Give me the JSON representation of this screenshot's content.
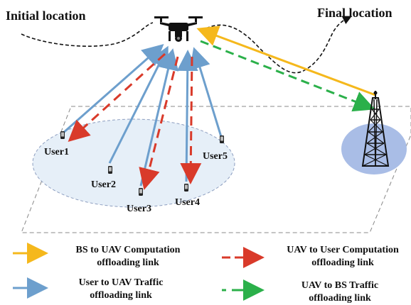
{
  "labels": {
    "initial_location": "Initial location",
    "final_location": "Final location"
  },
  "users": [
    {
      "id": "user1",
      "label": "User1"
    },
    {
      "id": "user2",
      "label": "User2"
    },
    {
      "id": "user3",
      "label": "User3"
    },
    {
      "id": "user4",
      "label": "User4"
    },
    {
      "id": "user5",
      "label": "User5"
    }
  ],
  "legend": {
    "bs_to_uav": {
      "line1": "BS to UAV Computation",
      "line2": "offloading link"
    },
    "user_to_uav": {
      "line1": "User to UAV Traffic",
      "line2": "offloading link"
    },
    "uav_to_user": {
      "line1": "UAV to User Computation",
      "line2": "offloading link"
    },
    "uav_to_bs": {
      "line1": "UAV to BS Traffic",
      "line2": "offloading link"
    }
  },
  "colors": {
    "bs_to_uav": "#f5b81c",
    "user_to_uav": "#6d9fcd",
    "uav_to_user": "#d93a2a",
    "uav_to_bs": "#2bb04a",
    "trajectory": "#111111",
    "user_cluster_fill": "#e6eff8",
    "bs_coverage_fill": "#a9bde6"
  },
  "icons": {
    "uav": "drone-icon",
    "base_station": "cell-tower-icon",
    "user_device": "phone-icon"
  }
}
